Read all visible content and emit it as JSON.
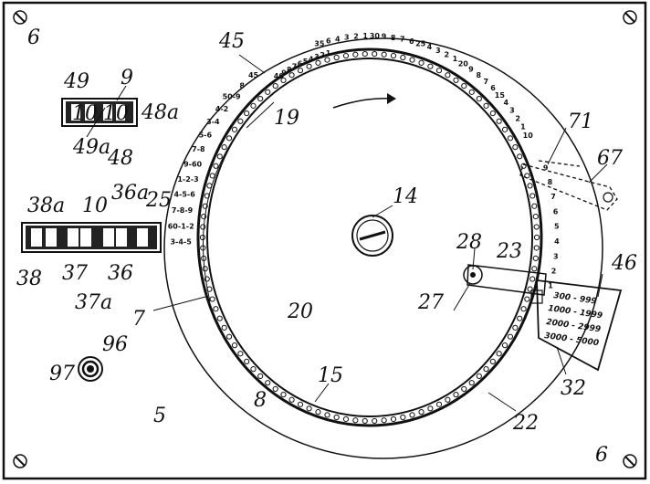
{
  "refs": {
    "r6a": "6",
    "r6b": "6",
    "r45": "45",
    "r9": "9",
    "r49": "49",
    "r48a": "48a",
    "r49a": "49a",
    "r48": "48",
    "r19": "19",
    "r71": "71",
    "r67": "67",
    "r14": "14",
    "r38a": "38a",
    "r10": "10",
    "r36a": "36a",
    "r25": "25",
    "r38": "38",
    "r37": "37",
    "r36": "36",
    "r37a": "37a",
    "r28": "28",
    "r23": "23",
    "r46": "46",
    "r27": "27",
    "r7": "7",
    "r20": "20",
    "r97": "97",
    "r96": "96",
    "r15": "15",
    "r8": "8",
    "r5": "5",
    "r32": "32",
    "r22": "22"
  },
  "counter_digits": [
    "1",
    "0",
    "1",
    "0"
  ],
  "scale_left": [
    "45",
    "8",
    "50-9",
    "4-2",
    "3-4",
    "5-6",
    "7-8",
    "9-60",
    "1-2-3",
    "4-5-6",
    "7-8-9",
    "60-1-2",
    "3-4-5"
  ],
  "scale_top": [
    "35",
    "6",
    "4",
    "3",
    "2",
    "1",
    "30",
    "9",
    "8",
    "7",
    "6",
    "25",
    "4",
    "3",
    "2",
    "1",
    "20",
    "9",
    "8",
    "7",
    "6",
    "15",
    "4",
    "3",
    "2",
    "1",
    "10"
  ],
  "scale_right": [
    "9",
    "8",
    "7",
    "6",
    "5",
    "4",
    "3",
    "2",
    "1"
  ],
  "scale_inner_left": [
    "40",
    "9",
    "8",
    "7",
    "6",
    "5",
    "4",
    "3",
    "2",
    "1"
  ],
  "table_rows": [
    "300 - 999",
    "1000 - 1999",
    "2000 - 2999",
    "3000 - 5000"
  ]
}
